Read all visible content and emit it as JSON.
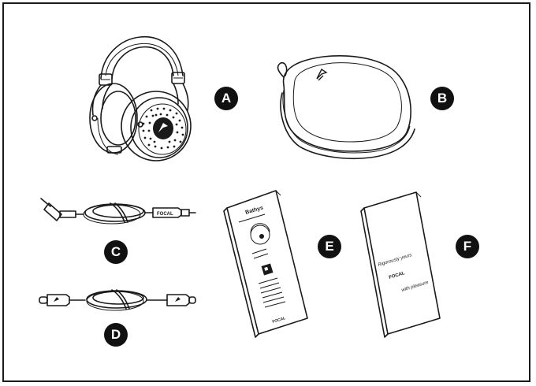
{
  "items": [
    {
      "label": "A",
      "part": "headphones"
    },
    {
      "label": "B",
      "part": "carrying-case"
    },
    {
      "label": "C",
      "part": "jack-cable"
    },
    {
      "label": "D",
      "part": "usb-c-cable"
    },
    {
      "label": "E",
      "part": "user-manual-booklet"
    },
    {
      "label": "F",
      "part": "thank-you-leaflet"
    }
  ],
  "brand": "FOCAL",
  "manual_title": "Bathys",
  "leaflet_script_top": "Rigorously yours",
  "leaflet_script_bottom": "with pleasure"
}
